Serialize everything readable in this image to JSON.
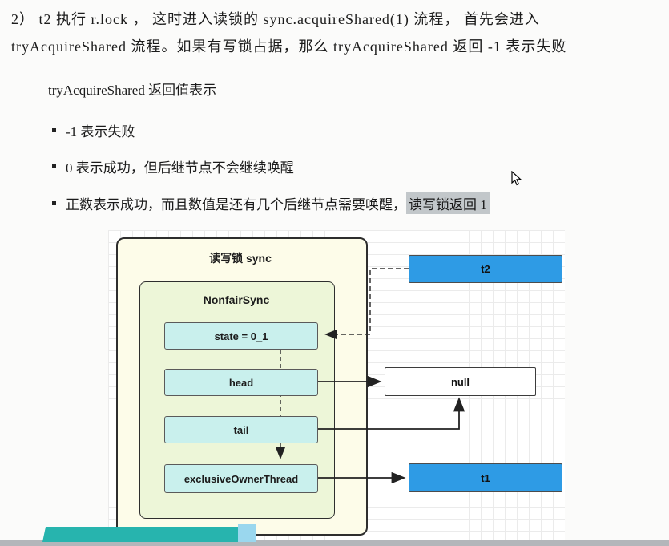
{
  "paragraph": {
    "line1": "2） t2 执行  r.lock ，  这时进入读锁的  sync.acquireShared(1)  流程，  首先会进入",
    "line2": "tryAcquireShared 流程。如果有写锁占据，那么 tryAcquireShared 返回 -1 表示失败"
  },
  "subheading": "tryAcquireShared  返回值表示",
  "bullets": [
    {
      "text": "-1 表示失败"
    },
    {
      "text": "0 表示成功，但后继节点不会继续唤醒"
    },
    {
      "text": "正数表示成功，而且数值是还有几个后继节点需要唤醒，",
      "highlight": "读写锁返回 1"
    }
  ],
  "diagram": {
    "outer_label": "读写锁 sync",
    "inner_label": "NonfairSync",
    "fields": [
      "state = 0_1",
      "head",
      "tail",
      "exclusiveOwnerThread"
    ],
    "nodes": {
      "t2": "t2",
      "null": "null",
      "t1": "t1"
    },
    "colors": {
      "outer_fill": "#fdfce9",
      "inner_fill": "#edf6d8",
      "field_fill": "#c9f0ed",
      "thread_fill": "#2e9be5",
      "null_fill": "#ffffff",
      "highlight_bg": "#c2c7ca"
    }
  }
}
